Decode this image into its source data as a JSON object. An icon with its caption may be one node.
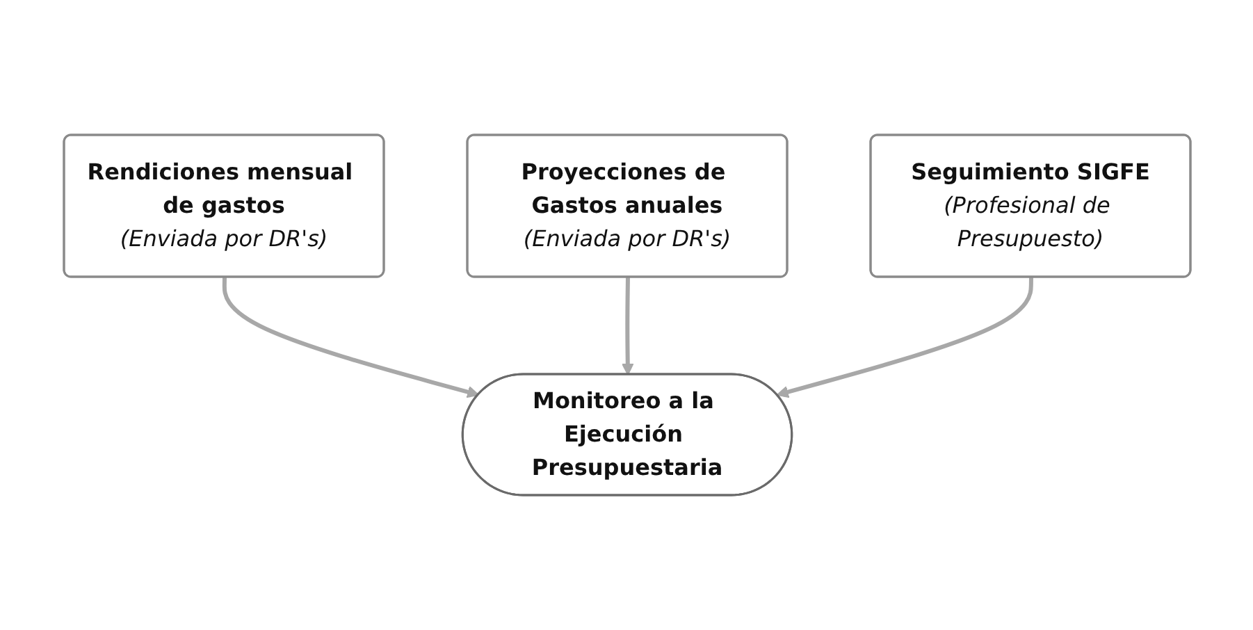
{
  "diagram": {
    "nodes": [
      {
        "text": [
          "Rendiciones mensual de gastos",
          "(Enviada por DR's)"
        ]
      },
      {
        "text": [
          "Proyecciones de Gastos anuales",
          "(Enviada por DR's)"
        ]
      },
      {
        "text": [
          "Seguimiento SIGFE",
          "(Profesional de Presupuesto)"
        ]
      },
      {
        "text": [
          "Monitoreo a la Ejecución Presupuestaria"
        ]
      }
    ],
    "edges": [
      {
        "from": 0,
        "to": 3,
        "arrow": "to"
      },
      {
        "from": 1,
        "to": 3,
        "arrow": "to"
      },
      {
        "from": 2,
        "to": 3,
        "arrow": "to"
      }
    ]
  }
}
